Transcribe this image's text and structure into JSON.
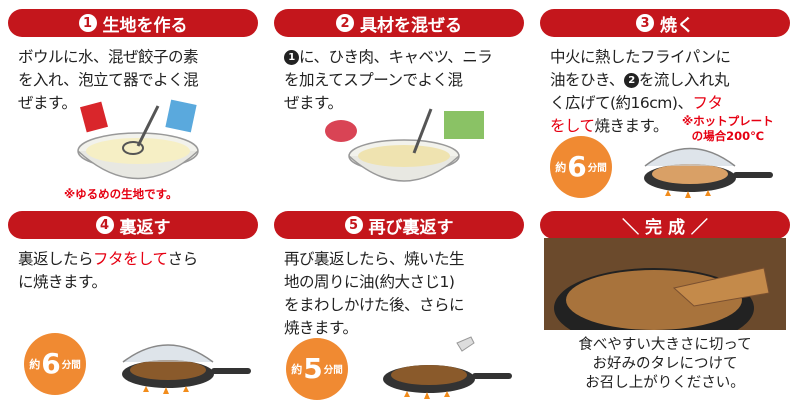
{
  "colors": {
    "header_red": "#c4161c",
    "accent_red": "#e60012",
    "badge_orange": "#f08a32"
  },
  "steps": [
    {
      "num": "1",
      "title": "生地を作る",
      "text": "ボウルに水、混ぜ餃子の素\nを入れ、泡立て器でよく混\nぜます。",
      "note": "※ゆるめの生地です。"
    },
    {
      "num": "2",
      "title": "具材を混ぜる",
      "text_lead": "1",
      "text": "に、ひき肉、キャベツ、ニラ\nを加えてスプーンでよく混\nぜます。"
    },
    {
      "num": "3",
      "title": "焼く",
      "text_a": "中火に熱したフライパンに\n油をひき、",
      "text_ref": "2",
      "text_b": "を流し入れ丸\nく広げて(約16cm)、",
      "text_red": "フタ\nをして",
      "text_c": "焼きます。",
      "note_a": "※ホットプレート",
      "note_b": "の場合200℃",
      "time_pre": "約",
      "time_num": "6",
      "time_post": "分間"
    },
    {
      "num": "4",
      "title": "裏返す",
      "text_a": "裏返したら",
      "text_red": "フタをして",
      "text_b": "さら\nに焼きます。",
      "time_pre": "約",
      "time_num": "6",
      "time_post": "分間"
    },
    {
      "num": "5",
      "title": "再び裏返す",
      "text": "再び裏返したら、焼いた生\n地の周りに油(約大さじ1)\nをまわしかけた後、さらに\n焼きます。",
      "time_pre": "約",
      "time_num": "5",
      "time_post": "分間"
    },
    {
      "title": "＼ 完 成 ／",
      "text": "食べやすい大きさに切って\nお好みのタレにつけて\nお召し上がりください。"
    }
  ]
}
